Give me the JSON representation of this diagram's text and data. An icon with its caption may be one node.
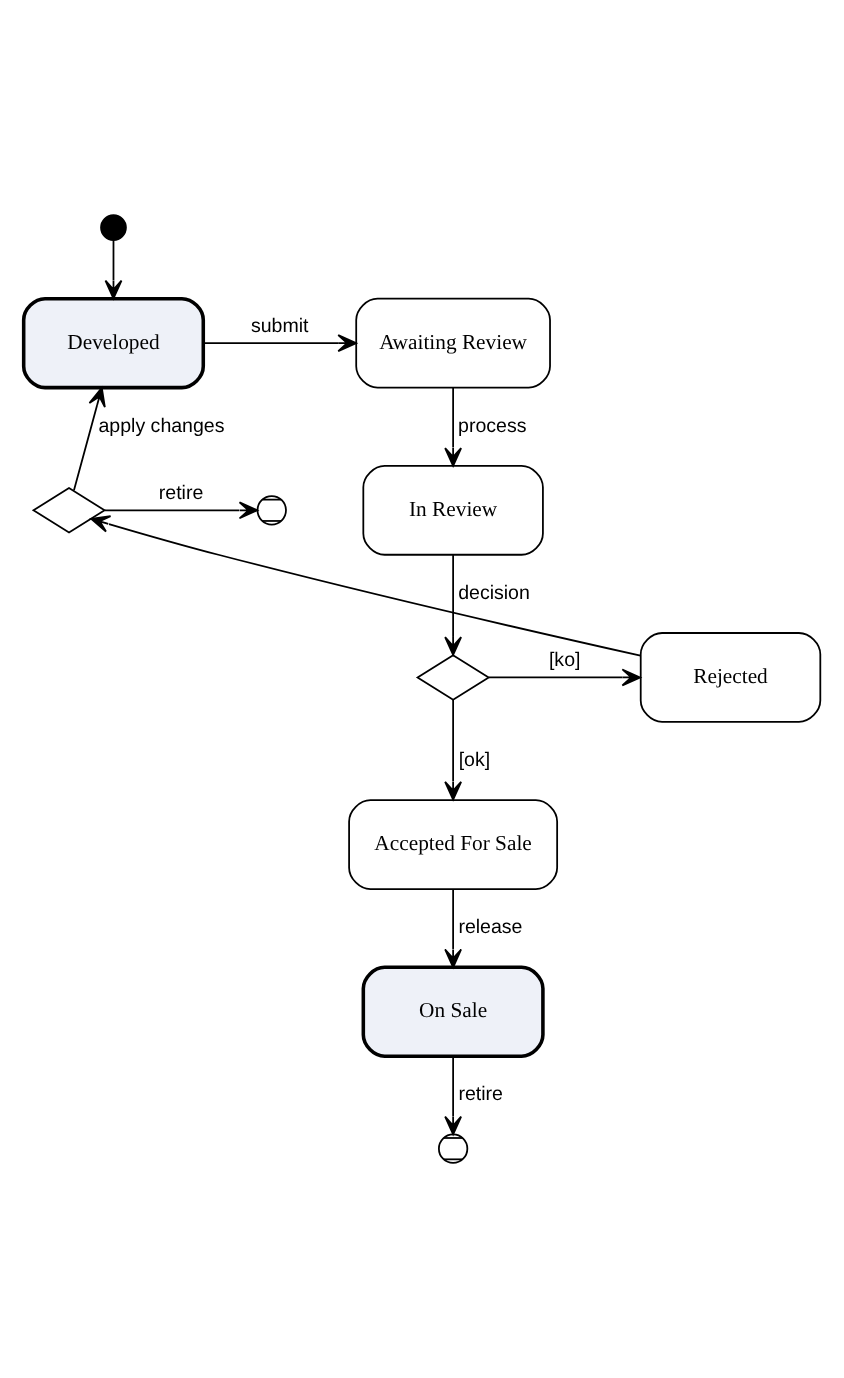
{
  "diagram": {
    "nodes": [
      {
        "text": [],
        "shape": "circle"
      },
      {
        "text": [
          "Developed"
        ]
      },
      {
        "text": [
          "Awaiting Review"
        ]
      },
      {
        "text": [],
        "shape": "diamond"
      },
      {
        "text": [],
        "shape": "circle"
      },
      {
        "text": [
          "In Review"
        ]
      },
      {
        "text": [
          "Rejected"
        ]
      },
      {
        "text": [],
        "shape": "diamond"
      },
      {
        "text": [
          "Accepted For Sale"
        ]
      },
      {
        "text": [
          "On Sale"
        ]
      },
      {
        "text": [],
        "shape": "circle"
      }
    ],
    "edges": [
      {
        "from": 0,
        "to": 1,
        "arrow": "to"
      },
      {
        "from": 1,
        "to": 2,
        "label": "submit",
        "arrow": "to"
      },
      {
        "from": 2,
        "to": 5,
        "label": "process",
        "arrow": "to"
      },
      {
        "from": 3,
        "to": 1,
        "label": "apply changes",
        "arrow": "to"
      },
      {
        "from": 3,
        "to": 4,
        "label": "retire",
        "arrow": "to"
      },
      {
        "from": 5,
        "to": 7,
        "label": "decision",
        "arrow": "to"
      },
      {
        "from": 7,
        "to": 6,
        "label": "[ko]",
        "arrow": "to"
      },
      {
        "from": 6,
        "to": 3,
        "arrow": "to"
      },
      {
        "from": 7,
        "to": 8,
        "label": "[ok]",
        "arrow": "to"
      },
      {
        "from": 8,
        "to": 9,
        "label": "release",
        "arrow": "to"
      },
      {
        "from": 9,
        "to": 10,
        "label": "retire",
        "arrow": "to"
      }
    ]
  }
}
